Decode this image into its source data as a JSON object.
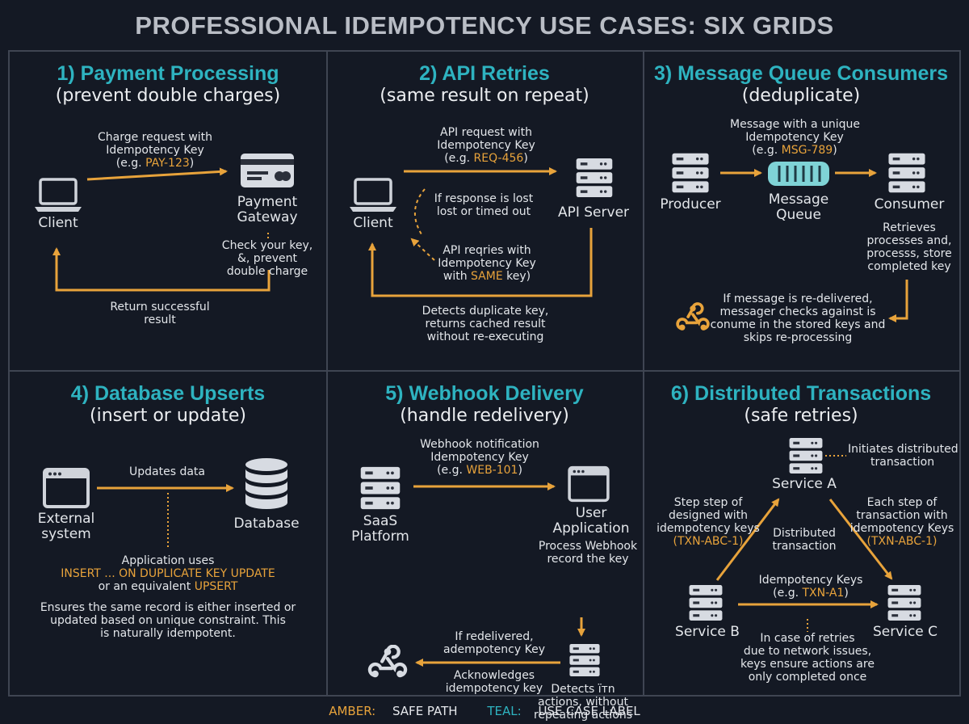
{
  "title": "PROFESSIONAL IDEMPOTENCY USE CASES: SIX GRIDS",
  "colors": {
    "amber": "#e8a33b",
    "teal": "#2eb3c0",
    "background": "#141924",
    "grid": "#3f4552"
  },
  "panels": [
    {
      "title": "1) Payment Processing",
      "subtitle": "(prevent double charges)",
      "client": "Client",
      "request": [
        "Charge request with",
        "Idempotency Key"
      ],
      "request_eg": "(e.g.",
      "request_key": "PAY-123",
      "request_close": ")",
      "gateway": [
        "Payment",
        "Gateway"
      ],
      "check": [
        "Check your key,",
        "&, prevent",
        "double charge"
      ],
      "return": [
        "Return successful",
        "result"
      ]
    },
    {
      "title": "2) API Retries",
      "subtitle": "(same result on repeat)",
      "request": [
        "API request with",
        "Idempotency Key"
      ],
      "request_eg": "(e.g.",
      "request_key": "REQ-456",
      "request_close": ")",
      "client": "Client",
      "server": "API Server",
      "lost": [
        "If response is lost",
        "lost or timed out"
      ],
      "retry": [
        "API reqries with",
        "Idempotency Key"
      ],
      "retry_with": "with",
      "retry_same": "SAME",
      "retry_key": "key)",
      "detects": [
        "Detects duplicate key,",
        "returns cached result",
        "without re-executing"
      ]
    },
    {
      "title": "3) Message Queue Consumers",
      "subtitle": "(deduplicate)",
      "message": [
        "Message with a unique",
        "Idempotency Key"
      ],
      "message_eg": "(e.g.",
      "message_key": "MSG-789",
      "message_close": ")",
      "producer": "Producer",
      "queue": [
        "Message",
        "Queue"
      ],
      "consumer": "Consumer",
      "retrieves": [
        "Retrieves",
        "processes and,",
        "processs, store",
        "completed key"
      ],
      "redeliver": [
        "If message is re-delivered,",
        "messager checks against is",
        "conume in the stored keys and",
        "skips re-processing"
      ]
    },
    {
      "title": "4) Database Upserts",
      "subtitle": "(insert or update)",
      "updates": "Updates data",
      "external": [
        "External",
        "system"
      ],
      "database": "Database",
      "app_uses": "Application uses",
      "insert_sql": "INSERT ... ON DUPLICATE KEY UPDATE",
      "or_equiv": "or an equivalent",
      "upsert": "UPSERT",
      "ensures": [
        "Ensures the same record is either inserted or",
        "updated based on unique constraint.  This",
        "is naturally idempotent."
      ]
    },
    {
      "title": "5) Webhook Delivery",
      "subtitle": "(handle redelivery)",
      "notification": [
        "Webhook notification",
        "Idempotency Key"
      ],
      "notification_eg": "(e.g.",
      "notification_key": "WEB-101",
      "notification_close": ")",
      "saas": [
        "SaaS",
        "Platform"
      ],
      "user_app": [
        "User",
        "Application"
      ],
      "process": [
        "Process Webhook",
        "record the key"
      ],
      "redelivered": [
        "If redelivered,",
        "adempotency Key"
      ],
      "ack": [
        "Acknowledges",
        "idempotency key"
      ],
      "detects": [
        "Detects ïтn",
        "actions, without",
        "repeating actions"
      ]
    },
    {
      "title": "6) Distributed Transactions",
      "subtitle": "(safe retries)",
      "initiates": [
        "Initiates distributed",
        "transaction"
      ],
      "service_a": "Service A",
      "step_left": [
        "Step step of",
        "designed with",
        "idempotency keys"
      ],
      "step_left_key": "(TXN-ABC-1)",
      "dist": [
        "Distributed",
        "transaction"
      ],
      "step_right": [
        "Each step of",
        "transaction with",
        "idempotency Keys"
      ],
      "step_right_key": "(TXN-ABC-1)",
      "idem": "Idempotency Keys",
      "idem_eg": "(e.g.",
      "idem_key": "TXN-A1",
      "idem_close": ")",
      "service_b": "Service B",
      "service_c": "Service C",
      "retries": [
        "In case of retries",
        "due to network issues,",
        "keys ensure actions are",
        "only completed once"
      ]
    }
  ],
  "legend": {
    "amber_label": "AMBER:",
    "amber_text": "SAFE PATH",
    "teal_label": "TEAL:",
    "teal_text": "USE CASE LABEL"
  }
}
